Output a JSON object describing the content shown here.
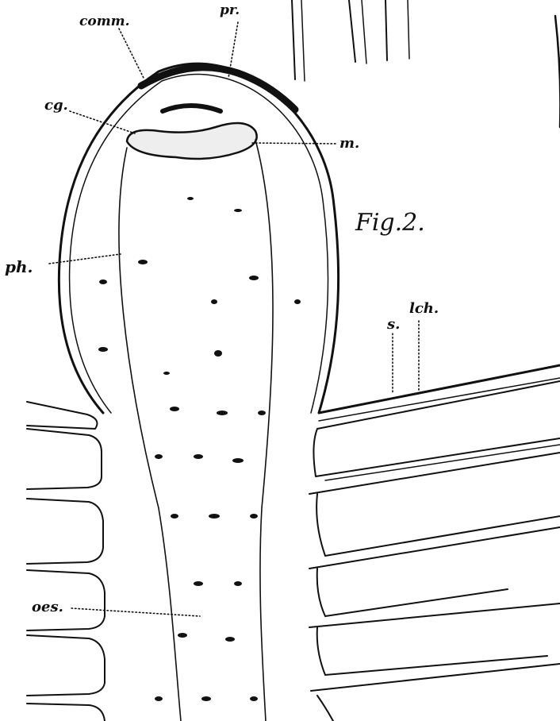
{
  "figure": {
    "title": "Fig.2.",
    "ink_color": "#111111",
    "paper_color": "#ffffff"
  },
  "labels": {
    "comm": "comm.",
    "pr": "pr.",
    "cg": "cg.",
    "m": "m.",
    "ph": "ph.",
    "s": "s.",
    "lch": "lch.",
    "oes": "oes."
  }
}
